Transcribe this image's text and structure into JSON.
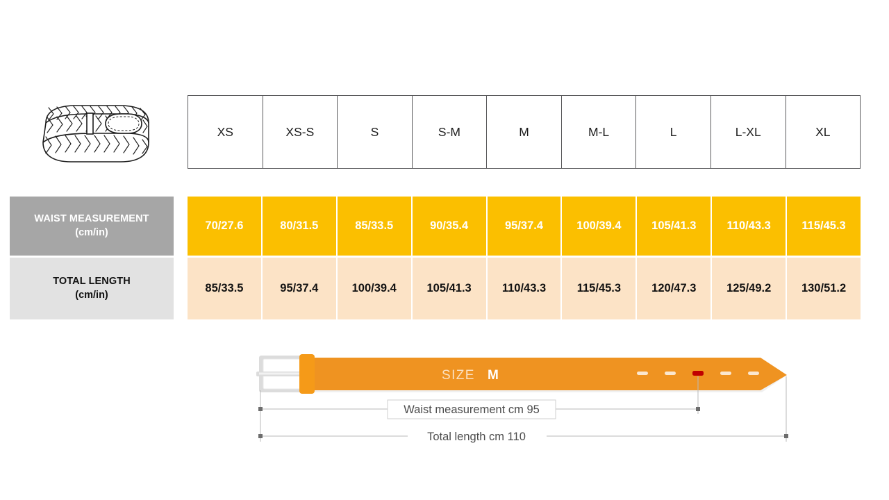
{
  "product_icon": {
    "name": "braided-belt-illustration"
  },
  "size_table": {
    "sizes": [
      "XS",
      "XS-S",
      "S",
      "S-M",
      "M",
      "M-L",
      "L",
      "L-XL",
      "XL"
    ],
    "rows": [
      {
        "label_main": "WAIST MEASUREMENT",
        "label_unit": "(cm/in)",
        "values": [
          "70/27.6",
          "80/31.5",
          "85/33.5",
          "90/35.4",
          "95/37.4",
          "100/39.4",
          "105/41.3",
          "110/43.3",
          "115/45.3"
        ]
      },
      {
        "label_main": "TOTAL LENGTH",
        "label_unit": "(cm/in)",
        "values": [
          "85/33.5",
          "95/37.4",
          "100/39.4",
          "105/41.3",
          "110/43.3",
          "115/45.3",
          "120/47.3",
          "125/49.2",
          "130/51.2"
        ]
      }
    ]
  },
  "diagram": {
    "size_caption_label": "SIZE",
    "size_caption_value": "M",
    "waist_dimension_label": "Waist measurement cm 95",
    "total_dimension_label": "Total length cm 110",
    "holes_total": 5,
    "highlighted_hole_index": 3
  },
  "colors": {
    "waist_row_fill": "#fbbf00",
    "total_row_fill": "#fce3c6",
    "waist_label_fill": "#a6a6a6",
    "total_label_fill": "#e2e2e2",
    "belt_strap": "#ef9321",
    "belt_keeper": "#f59a18",
    "buckle": "#dcdcdc",
    "highlight_hole": "#c00000",
    "table_border": "#58585a"
  }
}
